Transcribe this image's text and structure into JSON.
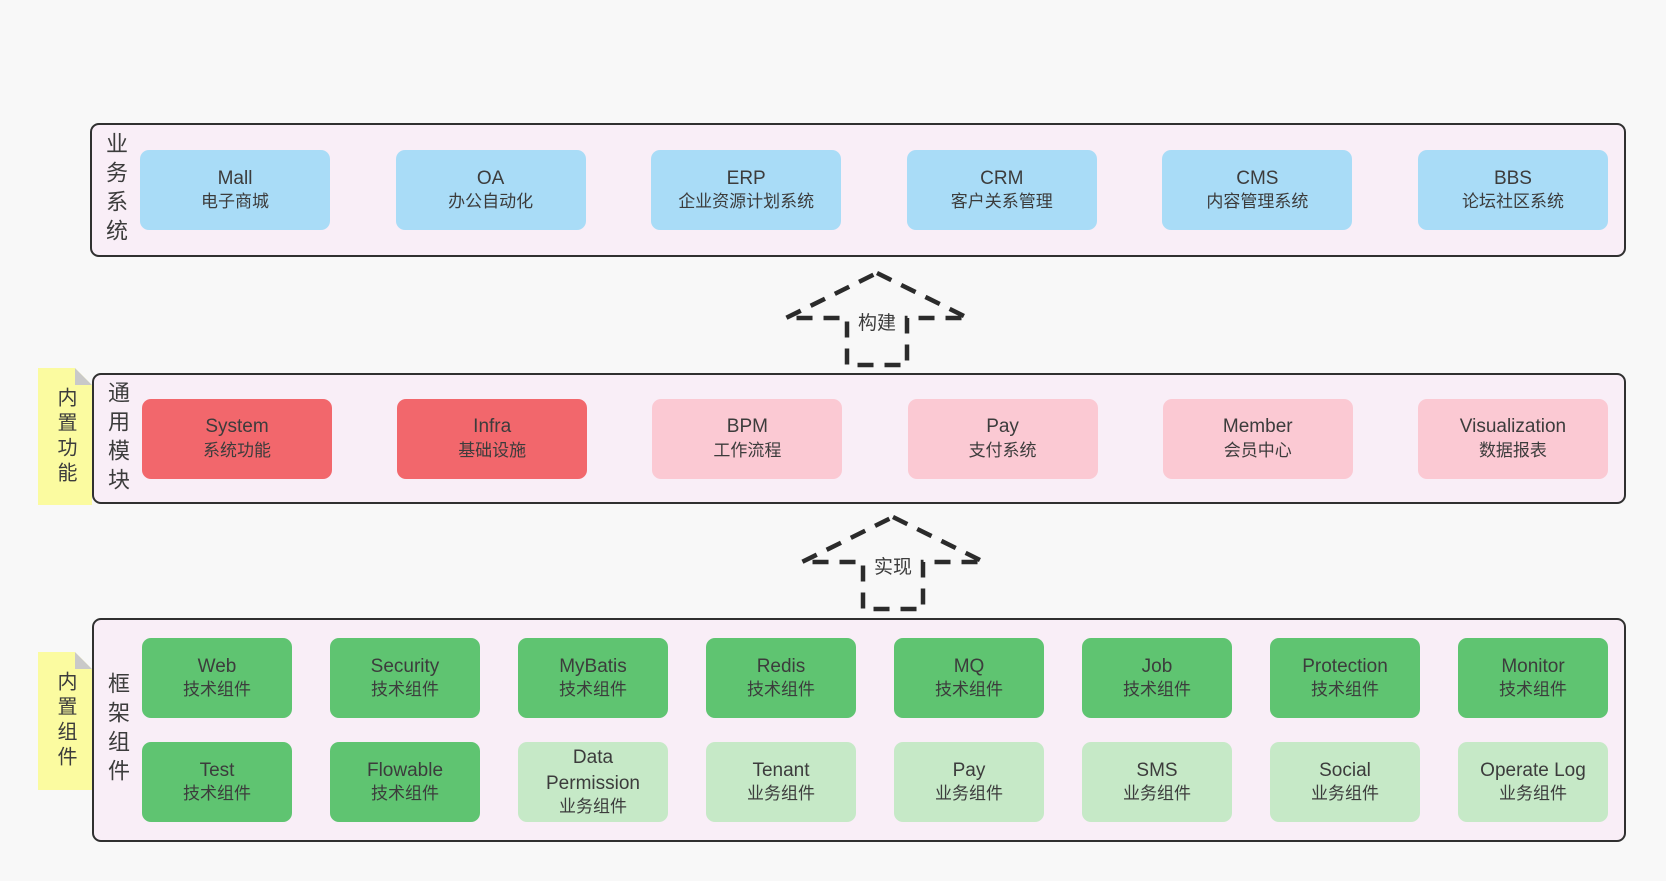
{
  "colors": {
    "page_bg": "#f8f8f8",
    "band_bg": "#f9eef7",
    "band_border": "#303030",
    "blue": "#a9dcf7",
    "red": "#f2676c",
    "pink": "#fbc9d3",
    "green": "#5fc471",
    "light_green": "#c6e9c7",
    "sticky": "#fbfba0",
    "sticky_fold": "#c9c9c9",
    "arrow_stroke": "#2b2b2b",
    "text": "#3c3c3c"
  },
  "arrows": [
    {
      "label": "构建"
    },
    {
      "label": "实现"
    }
  ],
  "bands": [
    {
      "label": "业务系统",
      "items": [
        {
          "title": "Mall",
          "subtitle": "电子商城"
        },
        {
          "title": "OA",
          "subtitle": "办公自动化"
        },
        {
          "title": "ERP",
          "subtitle": "企业资源计划系统"
        },
        {
          "title": "CRM",
          "subtitle": "客户关系管理"
        },
        {
          "title": "CMS",
          "subtitle": "内容管理系统"
        },
        {
          "title": "BBS",
          "subtitle": "论坛社区系统"
        }
      ]
    },
    {
      "label": "通用模块",
      "sticky": "内置功能",
      "items": [
        {
          "title": "System",
          "subtitle": "系统功能"
        },
        {
          "title": "Infra",
          "subtitle": "基础设施"
        },
        {
          "title": "BPM",
          "subtitle": "工作流程"
        },
        {
          "title": "Pay",
          "subtitle": "支付系统"
        },
        {
          "title": "Member",
          "subtitle": "会员中心"
        },
        {
          "title": "Visualization",
          "subtitle": "数据报表"
        }
      ]
    },
    {
      "label": "框架组件",
      "sticky": "内置组件",
      "row1": [
        {
          "title": "Web",
          "subtitle": "技术组件"
        },
        {
          "title": "Security",
          "subtitle": "技术组件"
        },
        {
          "title": "MyBatis",
          "subtitle": "技术组件"
        },
        {
          "title": "Redis",
          "subtitle": "技术组件"
        },
        {
          "title": "MQ",
          "subtitle": "技术组件"
        },
        {
          "title": "Job",
          "subtitle": "技术组件"
        },
        {
          "title": "Protection",
          "subtitle": "技术组件"
        },
        {
          "title": "Monitor",
          "subtitle": "技术组件"
        }
      ],
      "row2": [
        {
          "title": "Test",
          "subtitle": "技术组件"
        },
        {
          "title": "Flowable",
          "subtitle": "技术组件"
        },
        {
          "title": "Data Permission",
          "subtitle": "业务组件"
        },
        {
          "title": "Tenant",
          "subtitle": "业务组件"
        },
        {
          "title": "Pay",
          "subtitle": "业务组件"
        },
        {
          "title": "SMS",
          "subtitle": "业务组件"
        },
        {
          "title": "Social",
          "subtitle": "业务组件"
        },
        {
          "title": "Operate Log",
          "subtitle": "业务组件"
        }
      ]
    }
  ]
}
